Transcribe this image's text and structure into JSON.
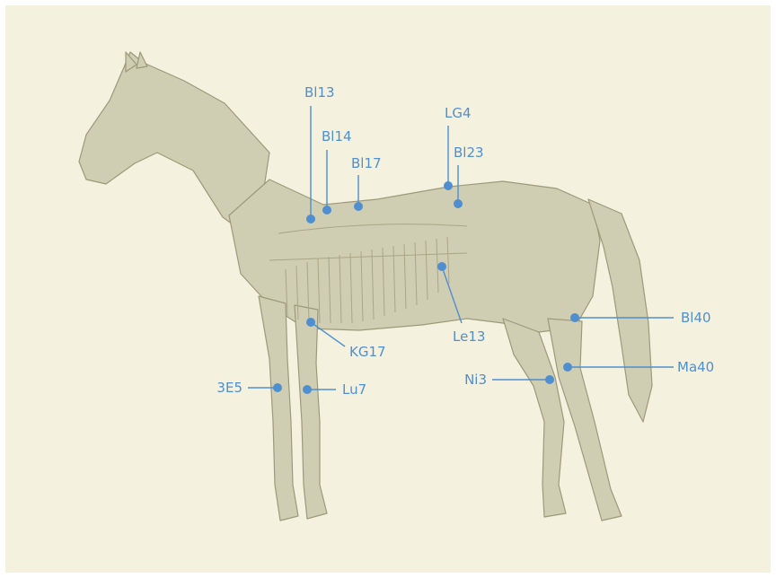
{
  "colors": {
    "background": "#f5f1df",
    "figure": "#cfcdb2",
    "figure_line": "#9d9a7a",
    "marker": "#4f8fcf"
  },
  "points": [
    {
      "id": "bl13",
      "label": "Bl13"
    },
    {
      "id": "bl14",
      "label": "Bl14"
    },
    {
      "id": "bl17",
      "label": "Bl17"
    },
    {
      "id": "lg4",
      "label": "LG4"
    },
    {
      "id": "bl23",
      "label": "Bl23"
    },
    {
      "id": "le13",
      "label": "Le13"
    },
    {
      "id": "kg17",
      "label": "KG17"
    },
    {
      "id": "bl40",
      "label": "Bl40"
    },
    {
      "id": "ma40",
      "label": "Ma40"
    },
    {
      "id": "ni3",
      "label": "Ni3"
    },
    {
      "id": "3e5",
      "label": "3E5"
    },
    {
      "id": "lu7",
      "label": "Lu7"
    }
  ]
}
